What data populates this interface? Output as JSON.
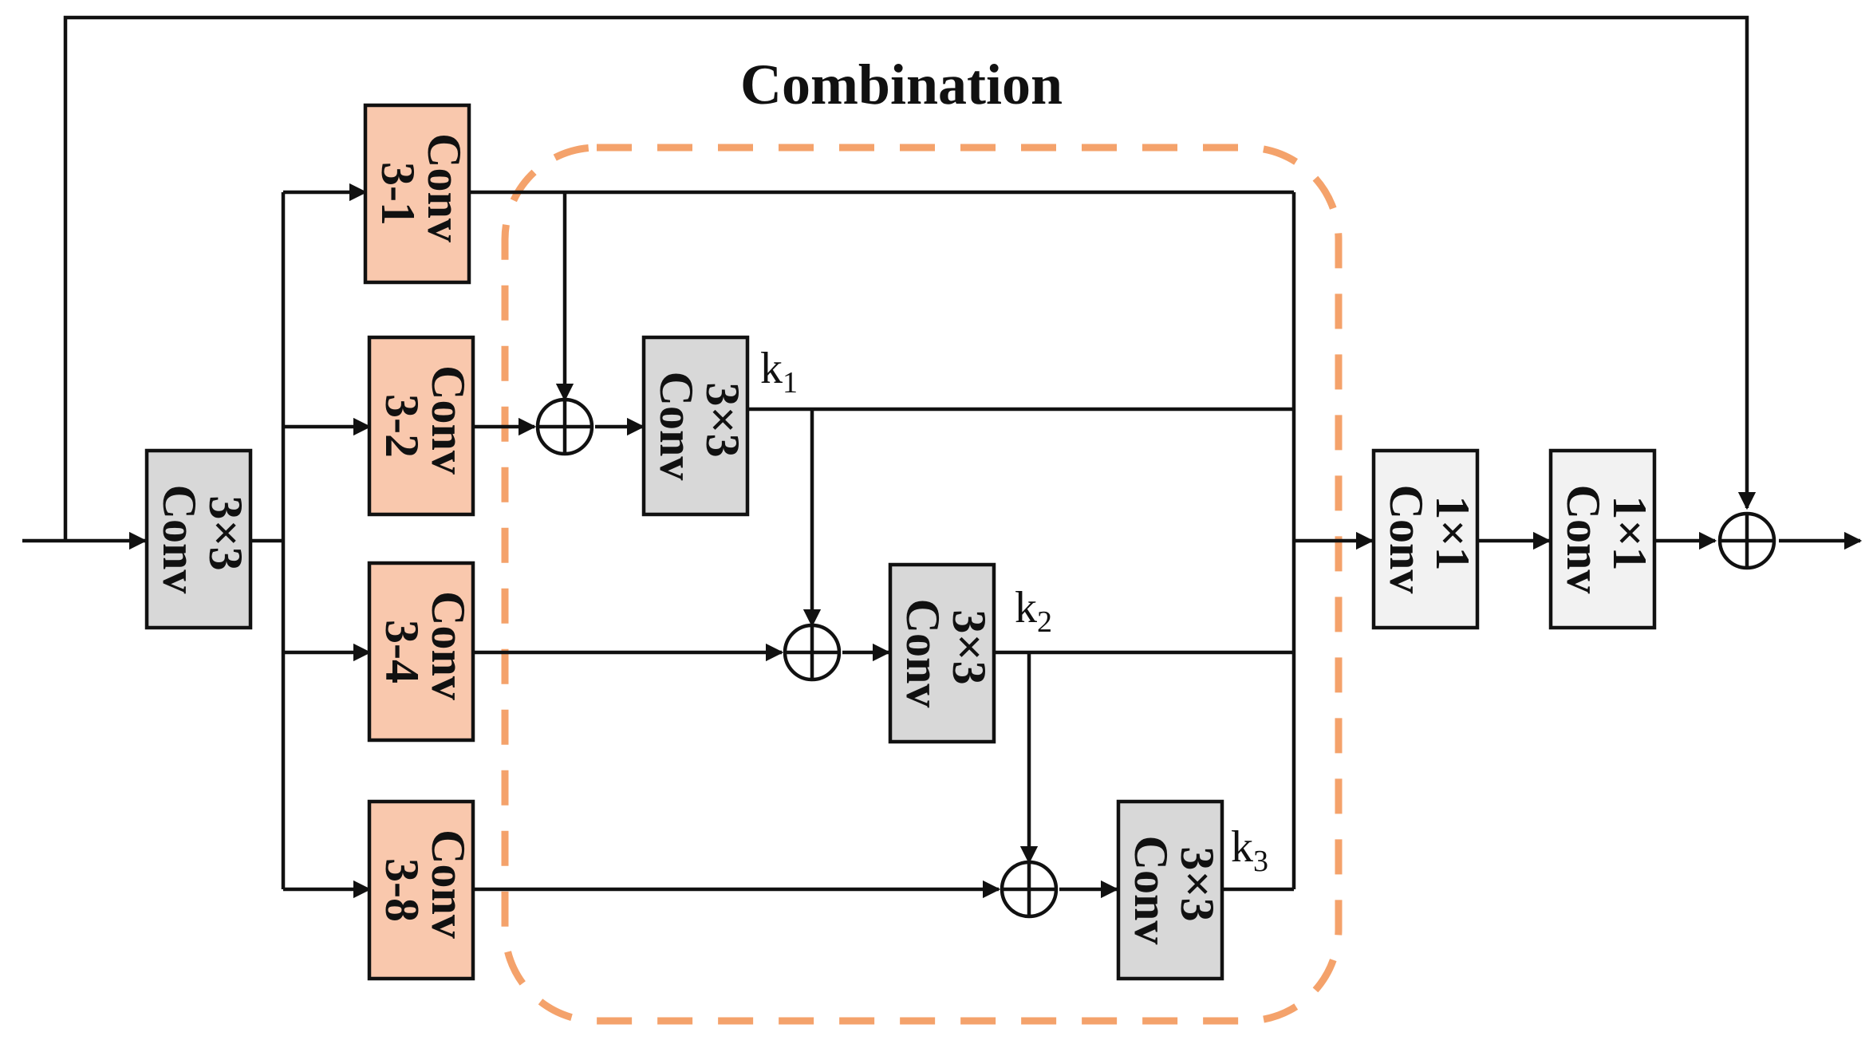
{
  "title": "Combination",
  "blocks": {
    "input_conv": [
      "3×3",
      "Conv"
    ],
    "conv3_1": [
      "Conv",
      "3-1"
    ],
    "conv3_2": [
      "Conv",
      "3-2"
    ],
    "conv3_4": [
      "Conv",
      "3-4"
    ],
    "conv3_8": [
      "Conv",
      "3-8"
    ],
    "k1_conv": [
      "3×3",
      "Conv"
    ],
    "k2_conv": [
      "3×3",
      "Conv"
    ],
    "k3_conv": [
      "3×3",
      "Conv"
    ],
    "fuse_conv_a": [
      "1×1",
      "Conv"
    ],
    "fuse_conv_b": [
      "1×1",
      "Conv"
    ]
  },
  "k_labels": {
    "k1": "k",
    "k1_sub": "1",
    "k2": "k",
    "k2_sub": "2",
    "k3": "k",
    "k3_sub": "3"
  },
  "colors": {
    "dilated_conv_fill": "#f9c8ad",
    "conv_fill": "#d8d8d8",
    "pointwise_fill": "#f2f2f2",
    "combination_border": "#f4a26b",
    "line": "#111111"
  }
}
